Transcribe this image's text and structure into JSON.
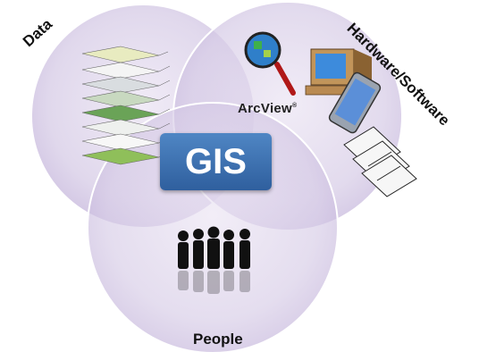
{
  "diagram": {
    "circles": [
      {
        "name": "Data",
        "label": "Data"
      },
      {
        "name": "Hardware/Software",
        "label": "Hardware/Software"
      },
      {
        "name": "People",
        "label": "People"
      }
    ],
    "center_label": "GIS",
    "software_label": "ArcView",
    "software_mark": "®",
    "icons": [
      "map-layers-stack-icon",
      "magnifier-map-icon",
      "desktop-computer-icon",
      "smartphone-icon",
      "floppy-disks-icon",
      "people-silhouettes-icon"
    ],
    "colors": {
      "circle_fill": "#cdbfe0",
      "circle_stroke": "#ffffff",
      "gis_box": "#3d6fb0"
    }
  }
}
